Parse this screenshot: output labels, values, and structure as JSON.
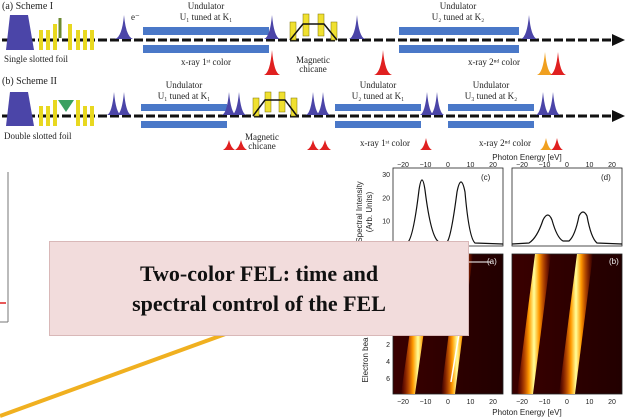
{
  "schemes": {
    "scheme1": {
      "title": "(a) Scheme I",
      "electron_label": "e⁻",
      "foil_label": "Single slotted foil",
      "undulator1": {
        "line1": "Undulator",
        "line2": "U₁ tuned at K₁"
      },
      "undulator2": {
        "line1": "Undulator",
        "line2": "U₂ tuned at K₂"
      },
      "xray1": "x-ray 1ˢᵗ color",
      "chicane": {
        "line1": "Magnetic",
        "line2": "chicane"
      },
      "xray2": "x-ray 2ⁿᵈ color"
    },
    "scheme2": {
      "title": "(b) Scheme II",
      "foil_label": "Double slotted foil",
      "undulator1": {
        "line1": "Undulator",
        "line2": "U₁ tuned at K₁"
      },
      "undulator2": {
        "line1": "Undulator",
        "line2": "U₂ tuned at K₁"
      },
      "undulator3": {
        "line1": "Undulator",
        "line2": "U₃ tuned at K₂"
      },
      "chicane": {
        "line1": "Magnetic",
        "line2": "chicane"
      },
      "xray1": "x-ray 1ˢᵗ color",
      "xray2": "x-ray 2ⁿᵈ color"
    }
  },
  "spectra": {
    "top_axis_label": "Photon Energy [eV]",
    "bottom_axis_label": "Photon Energy [eV]",
    "ylabel_spectral": "Spectral Intensity",
    "ylabel_units": "(Arb. Units)",
    "ylabel_electron": "Electron bea",
    "panel_labels": [
      "(c)",
      "(d)",
      "(a)",
      "(b)"
    ],
    "x_ticks": [
      "−20",
      "−10",
      "0",
      "10",
      "20"
    ],
    "y_ticks": [
      "30",
      "20",
      "10",
      "0"
    ],
    "y_ticks_heatmap": [
      "2",
      "4",
      "6"
    ]
  },
  "callout": {
    "line1": "Two-color FEL: time and",
    "line2": "spectral control of the FEL"
  },
  "colors": {
    "undulator_blue": "#4a78c8",
    "foil_yellow": "#e8d820",
    "pulse_purple": "#4b45a8",
    "pulse_red": "#e02020",
    "pulse_orange": "#f0a020",
    "chicane_yellow": "#f0e030",
    "accent_line": "#f0b020",
    "callout_bg": "#f2dcdc"
  }
}
